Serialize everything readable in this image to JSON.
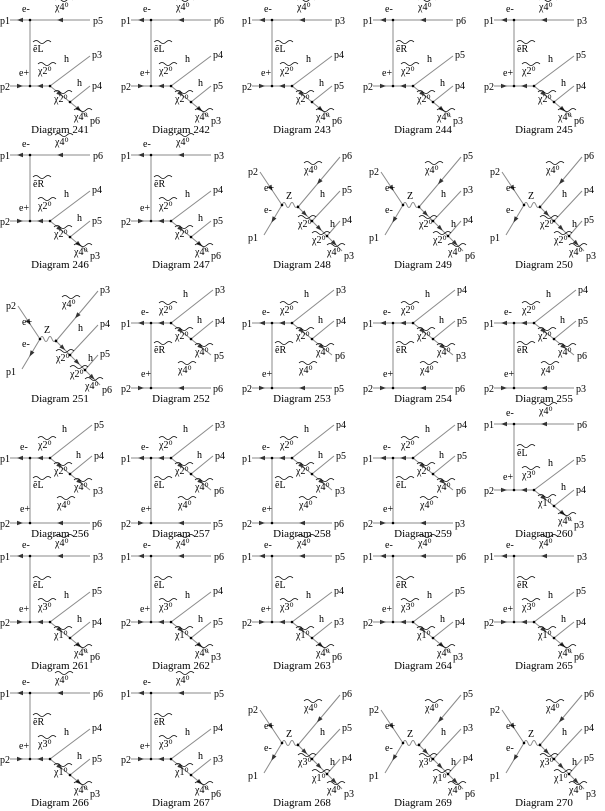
{
  "diagrams": [
    {
      "caption": "Diagram 241",
      "type": "A",
      "labels": {
        "in1": "p1",
        "in2": "p2",
        "em": "e-",
        "ep": "e+",
        "top_chi": "χ4⁰",
        "sel": "ẽL",
        "chi_a": "χ2⁰",
        "chi_b": "χ2⁰",
        "chi_end": "χ4⁰",
        "h1": "h",
        "h2": "h",
        "out_top": "p5",
        "out_h1": "p3",
        "out_h2": "p4",
        "out_end": "p6"
      }
    },
    {
      "caption": "Diagram 242",
      "type": "A",
      "labels": {
        "in1": "p1",
        "in2": "p2",
        "em": "e-",
        "ep": "e+",
        "top_chi": "χ4⁰",
        "sel": "ẽL",
        "chi_a": "χ2⁰",
        "chi_b": "χ2⁰",
        "chi_end": "χ4⁰",
        "h1": "h",
        "h2": "h",
        "out_top": "p6",
        "out_h1": "p4",
        "out_h2": "p5",
        "out_end": "p3"
      }
    },
    {
      "caption": "Diagram 243",
      "type": "A",
      "labels": {
        "in1": "p1",
        "in2": "p2",
        "em": "e-",
        "ep": "e+",
        "top_chi": "χ4⁰",
        "sel": "ẽL",
        "chi_a": "χ2⁰",
        "chi_b": "χ2⁰",
        "chi_end": "χ4⁰",
        "h1": "h",
        "h2": "h",
        "out_top": "p3",
        "out_h1": "p4",
        "out_h2": "p5",
        "out_end": "p6"
      }
    },
    {
      "caption": "Diagram 244",
      "type": "A",
      "labels": {
        "in1": "p1",
        "in2": "p2",
        "em": "e-",
        "ep": "e+",
        "top_chi": "χ4⁰",
        "sel": "ẽR",
        "chi_a": "χ2⁰",
        "chi_b": "χ2⁰",
        "chi_end": "χ4⁰",
        "h1": "h",
        "h2": "h",
        "out_top": "p6",
        "out_h1": "p5",
        "out_h2": "p4",
        "out_end": "p3"
      }
    },
    {
      "caption": "Diagram 245",
      "type": "A",
      "labels": {
        "in1": "p1",
        "in2": "p2",
        "em": "e-",
        "ep": "e+",
        "top_chi": "χ4⁰",
        "sel": "ẽR",
        "chi_a": "χ2⁰",
        "chi_b": "χ2⁰",
        "chi_end": "χ4⁰",
        "h1": "h",
        "h2": "h",
        "out_top": "p3",
        "out_h1": "p5",
        "out_h2": "p4",
        "out_end": "p6"
      }
    },
    {
      "caption": "Diagram 246",
      "type": "A",
      "labels": {
        "in1": "p1",
        "in2": "p2",
        "em": "e-",
        "ep": "e+",
        "top_chi": "χ4⁰",
        "sel": "ẽR",
        "chi_a": "χ2⁰",
        "chi_b": "χ2⁰",
        "chi_end": "χ4⁰",
        "h1": "h",
        "h2": "h",
        "out_top": "p6",
        "out_h1": "p4",
        "out_h2": "p5",
        "out_end": "p3"
      }
    },
    {
      "caption": "Diagram 247",
      "type": "A",
      "labels": {
        "in1": "p1",
        "in2": "p2",
        "em": "e-",
        "ep": "e+",
        "top_chi": "χ4⁰",
        "sel": "ẽR",
        "chi_a": "χ2⁰",
        "chi_b": "χ2⁰",
        "chi_end": "χ4⁰",
        "h1": "h",
        "h2": "h",
        "out_top": "p3",
        "out_h1": "p4",
        "out_h2": "p5",
        "out_end": "p6"
      }
    },
    {
      "caption": "Diagram 248",
      "type": "B",
      "labels": {
        "in1": "p1",
        "in2": "p2",
        "em": "e-",
        "ep": "e+",
        "z": "Z",
        "top_chi": "χ4⁰",
        "chi_a": "χ2⁰",
        "chi_b": "χ2⁰",
        "chi_end": "χ4⁰",
        "h1": "h",
        "h2": "h",
        "out_top": "p6",
        "out_h1": "p5",
        "out_h2": "p4",
        "out_end": "p3"
      }
    },
    {
      "caption": "Diagram 249",
      "type": "B",
      "labels": {
        "in1": "p1",
        "in2": "p2",
        "em": "e-",
        "ep": "e+",
        "z": "Z",
        "top_chi": "χ4⁰",
        "chi_a": "χ2⁰",
        "chi_b": "χ2⁰",
        "chi_end": "χ4⁰",
        "h1": "h",
        "h2": "h",
        "out_top": "p5",
        "out_h1": "p3",
        "out_h2": "p4",
        "out_end": "p6"
      }
    },
    {
      "caption": "Diagram 250",
      "type": "B",
      "labels": {
        "in1": "p1",
        "in2": "p2",
        "em": "e-",
        "ep": "e+",
        "z": "Z",
        "top_chi": "χ4⁰",
        "chi_a": "χ2⁰",
        "chi_b": "χ2⁰",
        "chi_end": "χ4⁰",
        "h1": "h",
        "h2": "h",
        "out_top": "p6",
        "out_h1": "p4",
        "out_h2": "p5",
        "out_end": "p3"
      }
    },
    {
      "caption": "Diagram 251",
      "type": "B",
      "labels": {
        "in1": "p1",
        "in2": "p2",
        "em": "e-",
        "ep": "e+",
        "z": "Z",
        "top_chi": "χ4⁰",
        "chi_a": "χ2⁰",
        "chi_b": "χ2⁰",
        "chi_end": "χ4⁰",
        "h1": "h",
        "h2": "h",
        "out_top": "p3",
        "out_h1": "p4",
        "out_h2": "p5",
        "out_end": "p6"
      }
    },
    {
      "caption": "Diagram 252",
      "type": "C",
      "labels": {
        "in1": "p1",
        "in2": "p2",
        "em": "e-",
        "ep": "e+",
        "bot_chi": "χ4⁰",
        "sel": "ẽR",
        "chi_a": "χ2⁰",
        "chi_b": "χ2⁰",
        "chi_end": "χ4⁰",
        "h1": "h",
        "h2": "h",
        "out_bot": "p6",
        "out_h1": "p3",
        "out_h2": "p4",
        "out_end": "p5"
      }
    },
    {
      "caption": "Diagram 253",
      "type": "C",
      "labels": {
        "in1": "p1",
        "in2": "p2",
        "em": "e-",
        "ep": "e+",
        "bot_chi": "χ4⁰",
        "sel": "ẽR",
        "chi_a": "χ2⁰",
        "chi_b": "χ2⁰",
        "chi_end": "χ4⁰",
        "h1": "h",
        "h2": "h",
        "out_bot": "p5",
        "out_h1": "p3",
        "out_h2": "p4",
        "out_end": "p6"
      }
    },
    {
      "caption": "Diagram 254",
      "type": "C",
      "labels": {
        "in1": "p1",
        "in2": "p2",
        "em": "e-",
        "ep": "e+",
        "bot_chi": "χ4⁰",
        "sel": "ẽR",
        "chi_a": "χ2⁰",
        "chi_b": "χ2⁰",
        "chi_end": "χ4⁰",
        "h1": "h",
        "h2": "h",
        "out_bot": "p6",
        "out_h1": "p4",
        "out_h2": "p5",
        "out_end": "p3"
      }
    },
    {
      "caption": "Diagram 255",
      "type": "C",
      "labels": {
        "in1": "p1",
        "in2": "p2",
        "em": "e-",
        "ep": "e+",
        "bot_chi": "χ4⁰",
        "sel": "ẽR",
        "chi_a": "χ2⁰",
        "chi_b": "χ2⁰",
        "chi_end": "χ4⁰",
        "h1": "h",
        "h2": "h",
        "out_bot": "p3",
        "out_h1": "p4",
        "out_h2": "p5",
        "out_end": "p6"
      }
    },
    {
      "caption": "Diagram 256",
      "type": "C",
      "labels": {
        "in1": "p1",
        "in2": "p2",
        "em": "e-",
        "ep": "e+",
        "bot_chi": "χ4⁰",
        "sel": "ẽL",
        "chi_a": "χ2⁰",
        "chi_b": "χ2⁰",
        "chi_end": "χ4⁰",
        "h1": "h",
        "h2": "h",
        "out_bot": "p6",
        "out_h1": "p5",
        "out_h2": "p4",
        "out_end": "p3"
      }
    },
    {
      "caption": "Diagram 257",
      "type": "C",
      "labels": {
        "in1": "p1",
        "in2": "p2",
        "em": "e-",
        "ep": "e+",
        "bot_chi": "χ4⁰",
        "sel": "ẽL",
        "chi_a": "χ2⁰",
        "chi_b": "χ2⁰",
        "chi_end": "χ4⁰",
        "h1": "h",
        "h2": "h",
        "out_bot": "p5",
        "out_h1": "p3",
        "out_h2": "p4",
        "out_end": "p6"
      }
    },
    {
      "caption": "Diagram 258",
      "type": "C",
      "labels": {
        "in1": "p1",
        "in2": "p2",
        "em": "e-",
        "ep": "e+",
        "bot_chi": "χ4⁰",
        "sel": "ẽL",
        "chi_a": "χ2⁰",
        "chi_b": "χ2⁰",
        "chi_end": "χ4⁰",
        "h1": "h",
        "h2": "h",
        "out_bot": "p6",
        "out_h1": "p4",
        "out_h2": "p5",
        "out_end": "p3"
      }
    },
    {
      "caption": "Diagram 259",
      "type": "C",
      "labels": {
        "in1": "p1",
        "in2": "p2",
        "em": "e-",
        "ep": "e+",
        "bot_chi": "χ4⁰",
        "sel": "ẽL",
        "chi_a": "χ2⁰",
        "chi_b": "χ2⁰",
        "chi_end": "χ4⁰",
        "h1": "h",
        "h2": "h",
        "out_bot": "p3",
        "out_h1": "p4",
        "out_h2": "p5",
        "out_end": "p6"
      }
    },
    {
      "caption": "Diagram 260",
      "type": "A",
      "labels": {
        "in1": "p1",
        "in2": "p2",
        "em": "e-",
        "ep": "e+",
        "top_chi": "χ4⁰",
        "sel": "ẽL",
        "chi_a": "χ3⁰",
        "chi_b": "χ1⁰",
        "chi_end": "χ4⁰",
        "h1": "h",
        "h2": "h",
        "out_top": "p6",
        "out_h1": "p5",
        "out_h2": "p4",
        "out_end": "p3"
      }
    },
    {
      "caption": "Diagram 261",
      "type": "A",
      "labels": {
        "in1": "p1",
        "in2": "p2",
        "em": "e-",
        "ep": "e+",
        "top_chi": "χ4⁰",
        "sel": "ẽL",
        "chi_a": "χ3⁰",
        "chi_b": "χ1⁰",
        "chi_end": "χ4⁰",
        "h1": "h",
        "h2": "h",
        "out_top": "p3",
        "out_h1": "p5",
        "out_h2": "p4",
        "out_end": "p6"
      }
    },
    {
      "caption": "Diagram 262",
      "type": "A",
      "labels": {
        "in1": "p1",
        "in2": "p2",
        "em": "e-",
        "ep": "e+",
        "top_chi": "χ4⁰",
        "sel": "ẽL",
        "chi_a": "χ3⁰",
        "chi_b": "χ1⁰",
        "chi_end": "χ4⁰",
        "h1": "h",
        "h2": "h",
        "out_top": "p6",
        "out_h1": "p4",
        "out_h2": "p5",
        "out_end": "p3"
      }
    },
    {
      "caption": "Diagram 263",
      "type": "A",
      "labels": {
        "in1": "p1",
        "in2": "p2",
        "em": "e-",
        "ep": "e+",
        "top_chi": "χ4⁰",
        "sel": "ẽL",
        "chi_a": "χ3⁰",
        "chi_b": "χ1⁰",
        "chi_end": "χ4⁰",
        "h1": "h",
        "h2": "h",
        "out_top": "p5",
        "out_h1": "p4",
        "out_h2": "p3",
        "out_end": "p6"
      }
    },
    {
      "caption": "Diagram 264",
      "type": "A",
      "labels": {
        "in1": "p1",
        "in2": "p2",
        "em": "e-",
        "ep": "e+",
        "top_chi": "χ4⁰",
        "sel": "ẽR",
        "chi_a": "χ3⁰",
        "chi_b": "χ1⁰",
        "chi_end": "χ4⁰",
        "h1": "h",
        "h2": "h",
        "out_top": "p6",
        "out_h1": "p5",
        "out_h2": "p4",
        "out_end": "p3"
      }
    },
    {
      "caption": "Diagram 265",
      "type": "A",
      "labels": {
        "in1": "p1",
        "in2": "p2",
        "em": "e-",
        "ep": "e+",
        "top_chi": "χ4⁰",
        "sel": "ẽR",
        "chi_a": "χ3⁰",
        "chi_b": "χ1⁰",
        "chi_end": "χ4⁰",
        "h1": "h",
        "h2": "h",
        "out_top": "p3",
        "out_h1": "p5",
        "out_h2": "p4",
        "out_end": "p6"
      }
    },
    {
      "caption": "Diagram 266",
      "type": "A",
      "labels": {
        "in1": "p1",
        "in2": "p2",
        "em": "e-",
        "ep": "e+",
        "top_chi": "χ4⁰",
        "sel": "ẽR",
        "chi_a": "χ3⁰",
        "chi_b": "χ1⁰",
        "chi_end": "χ4⁰",
        "h1": "h",
        "h2": "h",
        "out_top": "p6",
        "out_h1": "p4",
        "out_h2": "p5",
        "out_end": "p3"
      }
    },
    {
      "caption": "Diagram 267",
      "type": "A",
      "labels": {
        "in1": "p1",
        "in2": "p2",
        "em": "e-",
        "ep": "e+",
        "top_chi": "χ4⁰",
        "sel": "ẽR",
        "chi_a": "χ3⁰",
        "chi_b": "χ1⁰",
        "chi_end": "χ4⁰",
        "h1": "h",
        "h2": "h",
        "out_top": "p5",
        "out_h1": "p4",
        "out_h2": "p3",
        "out_end": "p6"
      }
    },
    {
      "caption": "Diagram 268",
      "type": "B",
      "labels": {
        "in1": "p1",
        "in2": "p2",
        "em": "e-",
        "ep": "e+",
        "z": "Z",
        "top_chi": "χ4⁰",
        "chi_a": "χ3⁰",
        "chi_b": "χ1⁰",
        "chi_end": "χ4⁰",
        "h1": "h",
        "h2": "h",
        "out_top": "p6",
        "out_h1": "p5",
        "out_h2": "p4",
        "out_end": "p3"
      }
    },
    {
      "caption": "Diagram 269",
      "type": "B",
      "labels": {
        "in1": "p1",
        "in2": "p2",
        "em": "e-",
        "ep": "e+",
        "z": "Z",
        "top_chi": "χ4⁰",
        "chi_a": "χ3⁰",
        "chi_b": "χ1⁰",
        "chi_end": "χ4⁰",
        "h1": "h",
        "h2": "h",
        "out_top": "p5",
        "out_h1": "p3",
        "out_h2": "p4",
        "out_end": "p6"
      }
    },
    {
      "caption": "Diagram 270",
      "type": "B",
      "labels": {
        "in1": "p1",
        "in2": "p2",
        "em": "e-",
        "ep": "e+",
        "z": "Z",
        "top_chi": "χ4⁰",
        "chi_a": "χ3⁰",
        "chi_b": "χ1⁰",
        "chi_end": "χ4⁰",
        "h1": "h",
        "h2": "h",
        "out_top": "p6",
        "out_h1": "p4",
        "out_h2": "p5",
        "out_end": "p3"
      }
    }
  ]
}
